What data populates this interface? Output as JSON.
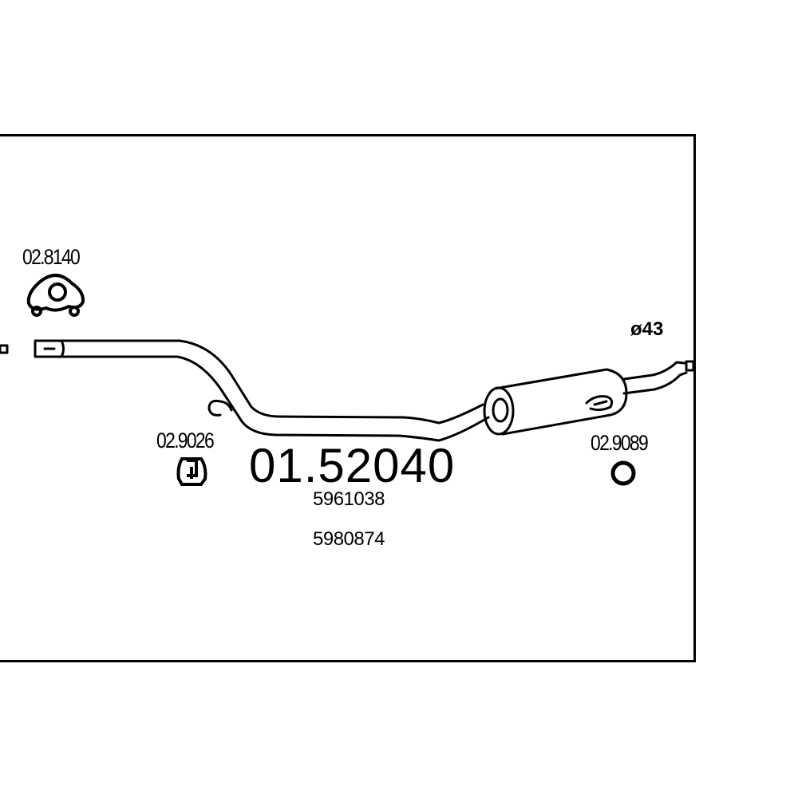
{
  "main_part_number": "01.52040",
  "oe_numbers": [
    "5961038",
    "5980874"
  ],
  "pipe_diameter": "ø43",
  "parts": {
    "rubber_hanger": "02.8140",
    "hook_hanger": "02.9026",
    "ring_hanger": "02.9089"
  },
  "colors": {
    "line": "#000000",
    "background": "#ffffff"
  }
}
